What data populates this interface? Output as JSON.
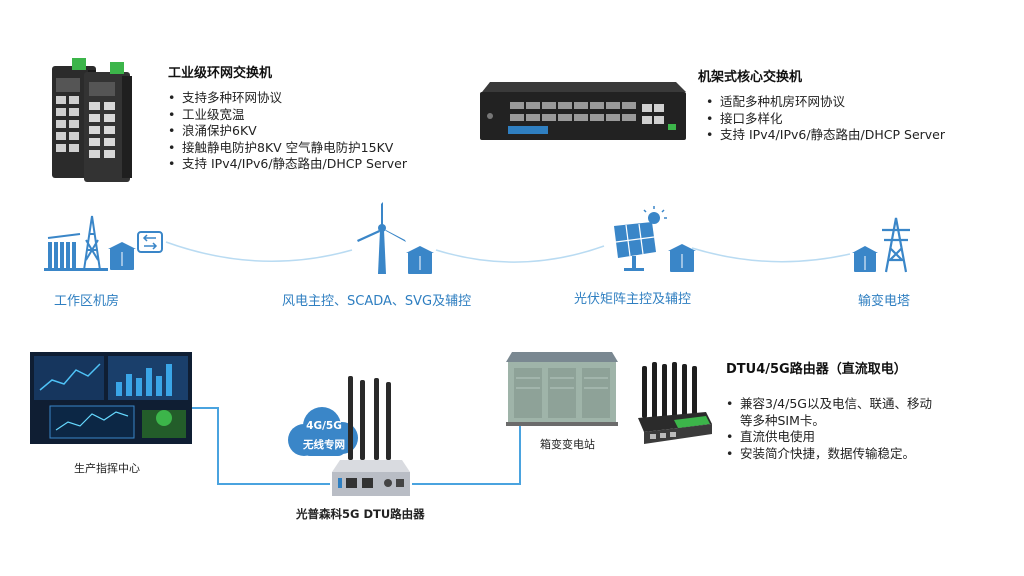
{
  "top_left": {
    "title": "工业级环网交换机",
    "bullets": [
      "支持多种环网协议",
      "工业级宽温",
      "浪涌保护6KV",
      "接触静电防护8KV 空气静电防护15KV",
      "支持 IPv4/IPv6/静态路由/DHCP Server"
    ]
  },
  "top_right": {
    "title": "机架式核心交换机",
    "bullets": [
      "适配多种机房环网协议",
      "接口多样化",
      "支持 IPv4/IPv6/静态路由/DHCP Server"
    ]
  },
  "chain": {
    "nodes": [
      "工作区机房",
      "风电主控、SCADA、SVG及辅控",
      "光伏矩阵主控及辅控",
      "输变电塔"
    ]
  },
  "bottom": {
    "control_center": "生产指挥中心",
    "cloud_line1": "4G/5G",
    "cloud_line2": "无线专网",
    "router_caption": "光普森科5G DTU路由器",
    "substation_caption": "箱变变电站",
    "dtu_title": "DTU4/5G路由器（直流取电）",
    "dtu_bullets": [
      "兼容3/4/5G以及电信、联通、移动",
      "直流供电使用",
      "安装简介快捷，数据传输稳定。"
    ],
    "dtu_bullet1_cont": "等多种SIM卡。"
  },
  "colors": {
    "accent_blue": "#2f7fc1",
    "icon_blue": "#3a86c8",
    "line_blue": "#4aa3df",
    "switch_green": "#3cb54a"
  }
}
